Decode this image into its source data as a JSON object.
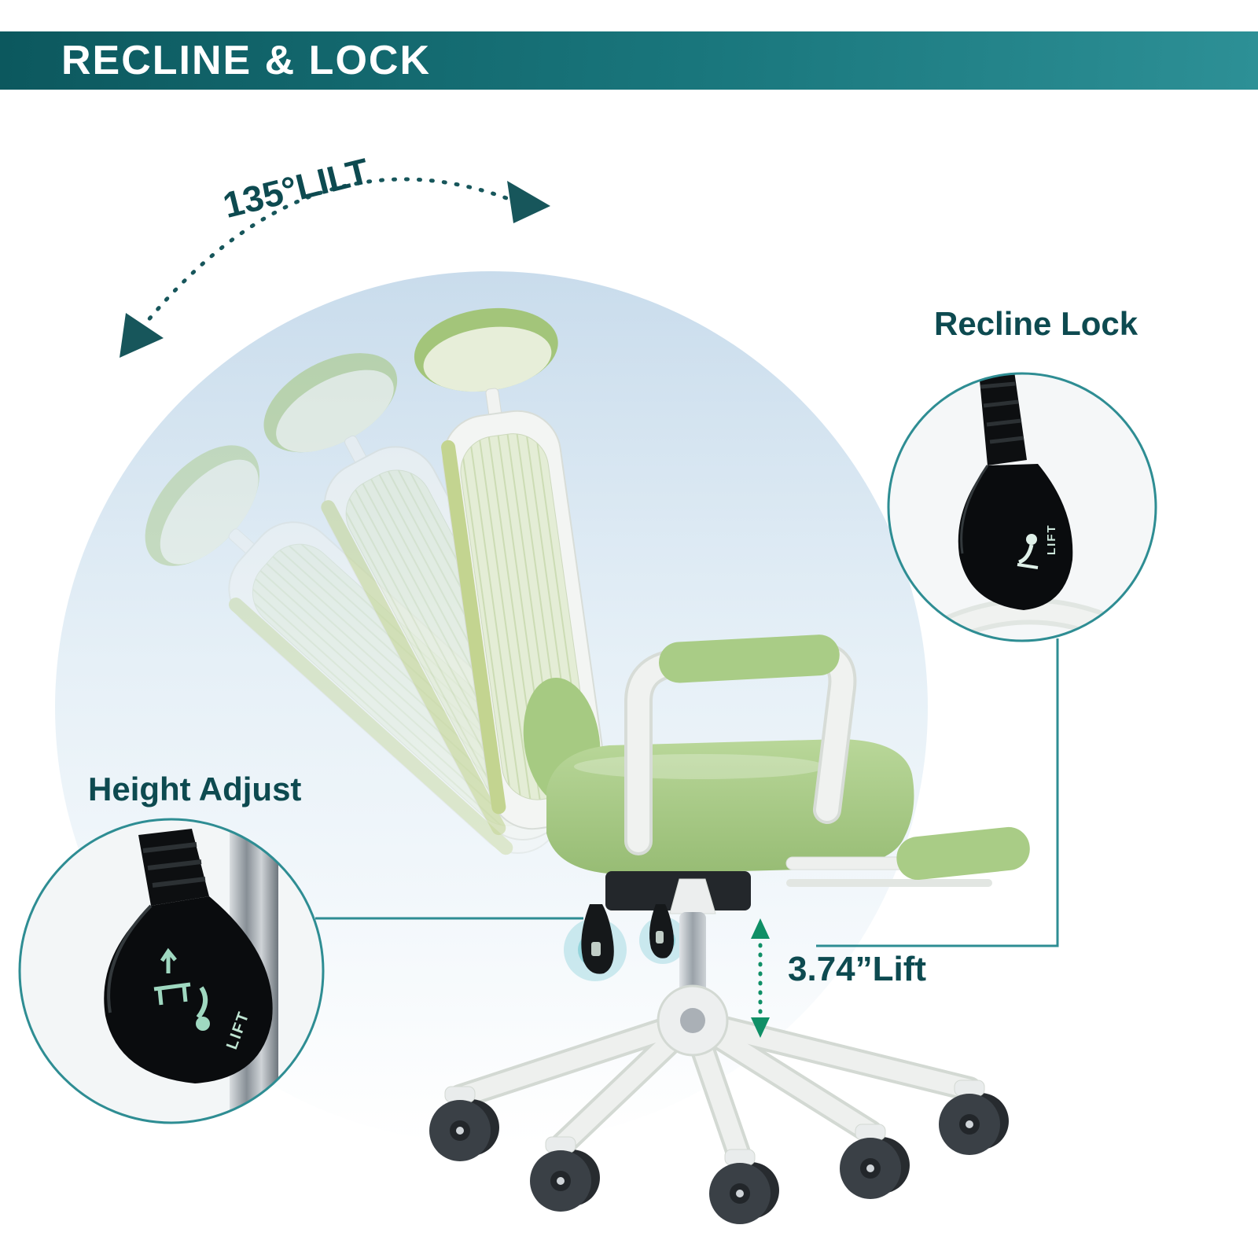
{
  "header": {
    "title": "RECLINE & LOCK"
  },
  "callouts": {
    "tilt": {
      "label": "135°LILT"
    },
    "recline_lock": {
      "label": "Recline Lock"
    },
    "height_adjust": {
      "label": "Height Adjust"
    },
    "lift": {
      "label": "3.74”Lift"
    },
    "lever_sticker": "LIFT"
  },
  "colors": {
    "banner_teal_dark": "#0c585e",
    "banner_teal_light": "#2d9096",
    "text_dark_teal": "#0d4a50",
    "callout_ring_teal": "#2e8d93",
    "chair_green": "#a9cc86",
    "mesh_pale_green": "#e4edd6",
    "lift_arrow_green": "#0f8f66",
    "dome_blue": "#c9dcec"
  },
  "icons": [
    "tilt-arc-arrow-icon",
    "recline-lock-lever-icon",
    "height-adjust-lever-icon",
    "lift-double-arrow-icon"
  ]
}
